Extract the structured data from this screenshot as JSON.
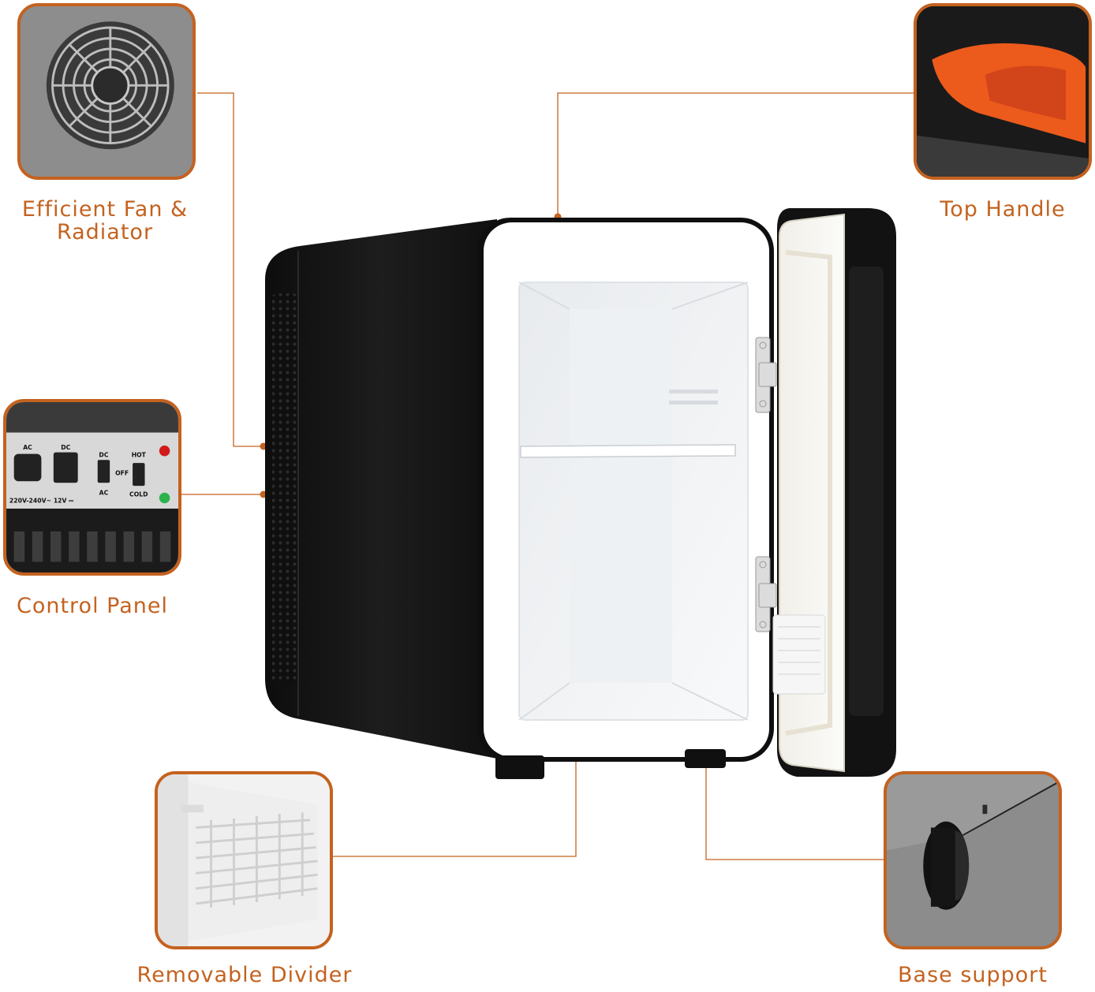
{
  "colors": {
    "accent": "#c4621f",
    "fridge_body": "#141414",
    "fridge_interior": "#f2f3f5",
    "handle_orange": "#f05a1e"
  },
  "callouts": {
    "fan": {
      "label_line1": "Efficient Fan &",
      "label_line2": "Radiator",
      "icon": "fan-icon"
    },
    "handle": {
      "label": "Top Handle"
    },
    "control_panel": {
      "label": "Control Panel",
      "panel": {
        "ac": "AC",
        "dc_port": "DC",
        "dc_switch": "DC",
        "off": "OFF",
        "ac_switch": "AC",
        "hot": "HOT",
        "cold": "COLD",
        "voltage_ac": "220V-240V~",
        "voltage_dc": "12V ⎓"
      }
    },
    "divider": {
      "label": "Removable Divider"
    },
    "base": {
      "label": "Base support"
    }
  }
}
